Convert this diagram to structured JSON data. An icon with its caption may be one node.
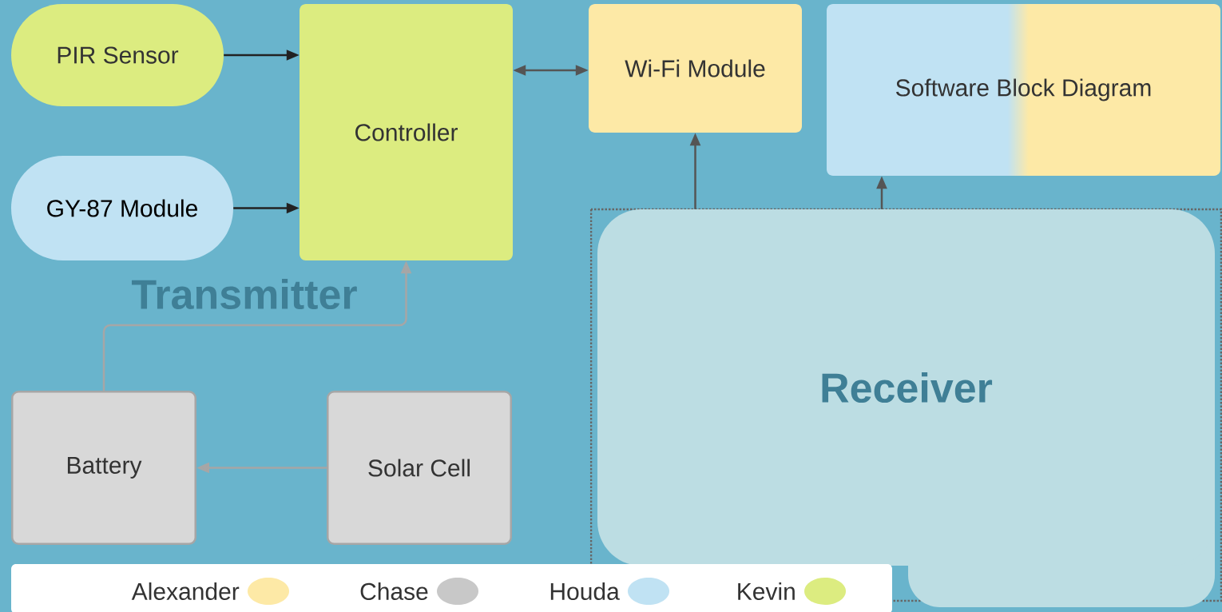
{
  "diagram": {
    "nodes": [
      {
        "text": [
          "PIR Sensor"
        ]
      },
      {
        "text": [
          "Controller"
        ]
      },
      {
        "text": [
          "Wi-Fi Module"
        ]
      },
      {
        "text": [
          "Software Block Diagram"
        ]
      },
      {
        "text": [
          "GY-87 Module"
        ]
      },
      {
        "text": [
          "Battery"
        ]
      },
      {
        "text": [
          "Solar Cell"
        ]
      },
      {
        "text": [
          "Receiver"
        ]
      }
    ],
    "edges": [
      {
        "from": 0,
        "to": 1,
        "arrow": "to"
      },
      {
        "from": 4,
        "to": 1,
        "arrow": "to"
      },
      {
        "from": 1,
        "to": 2,
        "arrow": "both",
        "color": "#555555"
      },
      {
        "from": 7,
        "to": 2,
        "arrow": "to",
        "color": "#555555"
      },
      {
        "from": 7,
        "to": 3,
        "arrow": "to",
        "color": "#555555"
      },
      {
        "from": 5,
        "to": 1,
        "arrow": "to",
        "color": "#a6a6a6"
      },
      {
        "from": 6,
        "to": 5,
        "arrow": "to",
        "color": "#a6a6a6"
      }
    ],
    "labels": [
      "Transmitter"
    ],
    "legend": [
      {
        "text": "Alexander",
        "color": "#fde9a6"
      },
      {
        "text": "Chase",
        "color": "#c8c8c8"
      },
      {
        "text": "Houda",
        "color": "#c0e2f3"
      },
      {
        "text": "Kevin",
        "color": "#dcec80"
      }
    ]
  }
}
